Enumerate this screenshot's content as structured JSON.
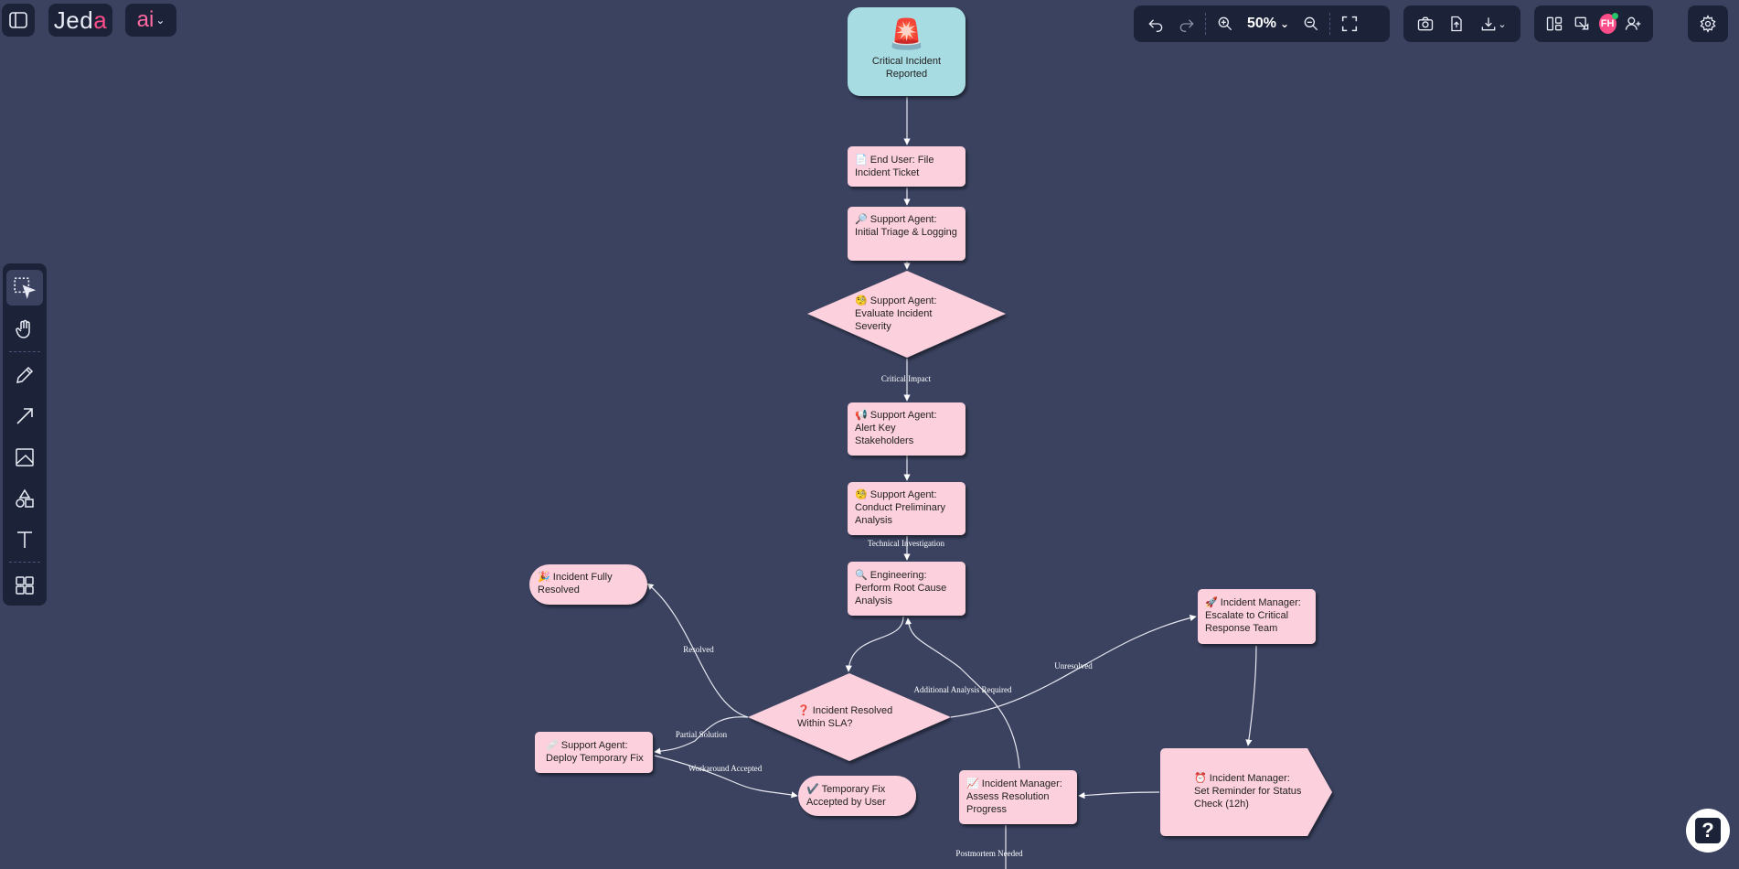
{
  "brand": {
    "logo_main": "Jed",
    "logo_accent": "a",
    "ai_label": "ai"
  },
  "toolbar": {
    "zoom": "50%",
    "avatar_initials": "FH"
  },
  "colors": {
    "background": "#3a4260",
    "panel": "#1c2238",
    "node_fill": "#fcd0dc",
    "start_fill": "#a8dce3",
    "accent": "#ff4d8a"
  },
  "nodes": {
    "start": {
      "icon": "🚨",
      "label": "Critical Incident Reported"
    },
    "n1": {
      "icon": "📄",
      "label": "End User: File Incident Ticket"
    },
    "n2": {
      "icon": "🔎",
      "label": "Support Agent: Initial Triage & Logging"
    },
    "n3": {
      "icon": "🧐",
      "label": "Support Agent: Evaluate Incident Severity"
    },
    "n4": {
      "icon": "📢",
      "label": "Support Agent: Alert Key Stakeholders"
    },
    "n5": {
      "icon": "🧐",
      "label": "Support Agent: Conduct Preliminary Analysis"
    },
    "n6": {
      "icon": "🔍",
      "label": "Engineering: Perform Root Cause Analysis"
    },
    "n7": {
      "icon": "❓",
      "label": "Incident Resolved Within SLA?"
    },
    "n8": {
      "icon": "🎉",
      "label": "Incident Fully Resolved"
    },
    "n9": {
      "icon": "🩹",
      "label": "Support Agent: Deploy Temporary Fix"
    },
    "n10": {
      "icon": "✔️",
      "label": "Temporary Fix Accepted by User"
    },
    "n11": {
      "icon": "🚀",
      "label": "Incident Manager: Escalate to Critical Response Team"
    },
    "n12": {
      "icon": "⏰",
      "label": "Incident Manager: Set Reminder for Status Check (12h)"
    },
    "n13": {
      "icon": "📈",
      "label": "Incident Manager: Assess Resolution Progress"
    }
  },
  "edges": {
    "critical_impact": "Critical Impact",
    "technical_investigation": "Technical Investigation",
    "resolved": "Resolved",
    "unresolved": "Unresolved",
    "partial_solution": "Partial Solution",
    "workaround_accepted": "Workaround Accepted",
    "additional_analysis": "Additional Analysis Required",
    "postmortem_needed": "Postmortem Needed"
  }
}
